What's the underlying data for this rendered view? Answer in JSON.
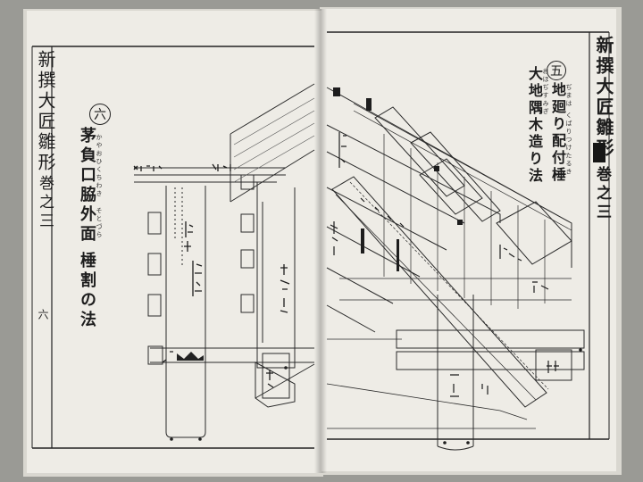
{
  "right_page": {
    "header": {
      "title": "新撰大匠雛形",
      "volume": "巻之三",
      "ink_color": "#1a1a1a"
    },
    "section": {
      "number": "五",
      "title_line1": "地廻り配付棰",
      "title_line2": "大地隅木造り法",
      "ruby_line1": "ぢまは くばりつけたるき",
      "ruby_line2": "おほぢすみぎ"
    }
  },
  "left_page": {
    "header": {
      "title": "新撰大匠雛形",
      "volume": "巻之三"
    },
    "section": {
      "number": "六",
      "title_line1": "茅負口脇外面",
      "title_line2": "棰割の法",
      "ruby_line1": "かやおひくちわき",
      "ruby_line2": "そとづら"
    },
    "page_number": "六"
  },
  "colors": {
    "paper": "#eeece6",
    "ink": "#1d1d1d",
    "background": "#9a9a95"
  }
}
